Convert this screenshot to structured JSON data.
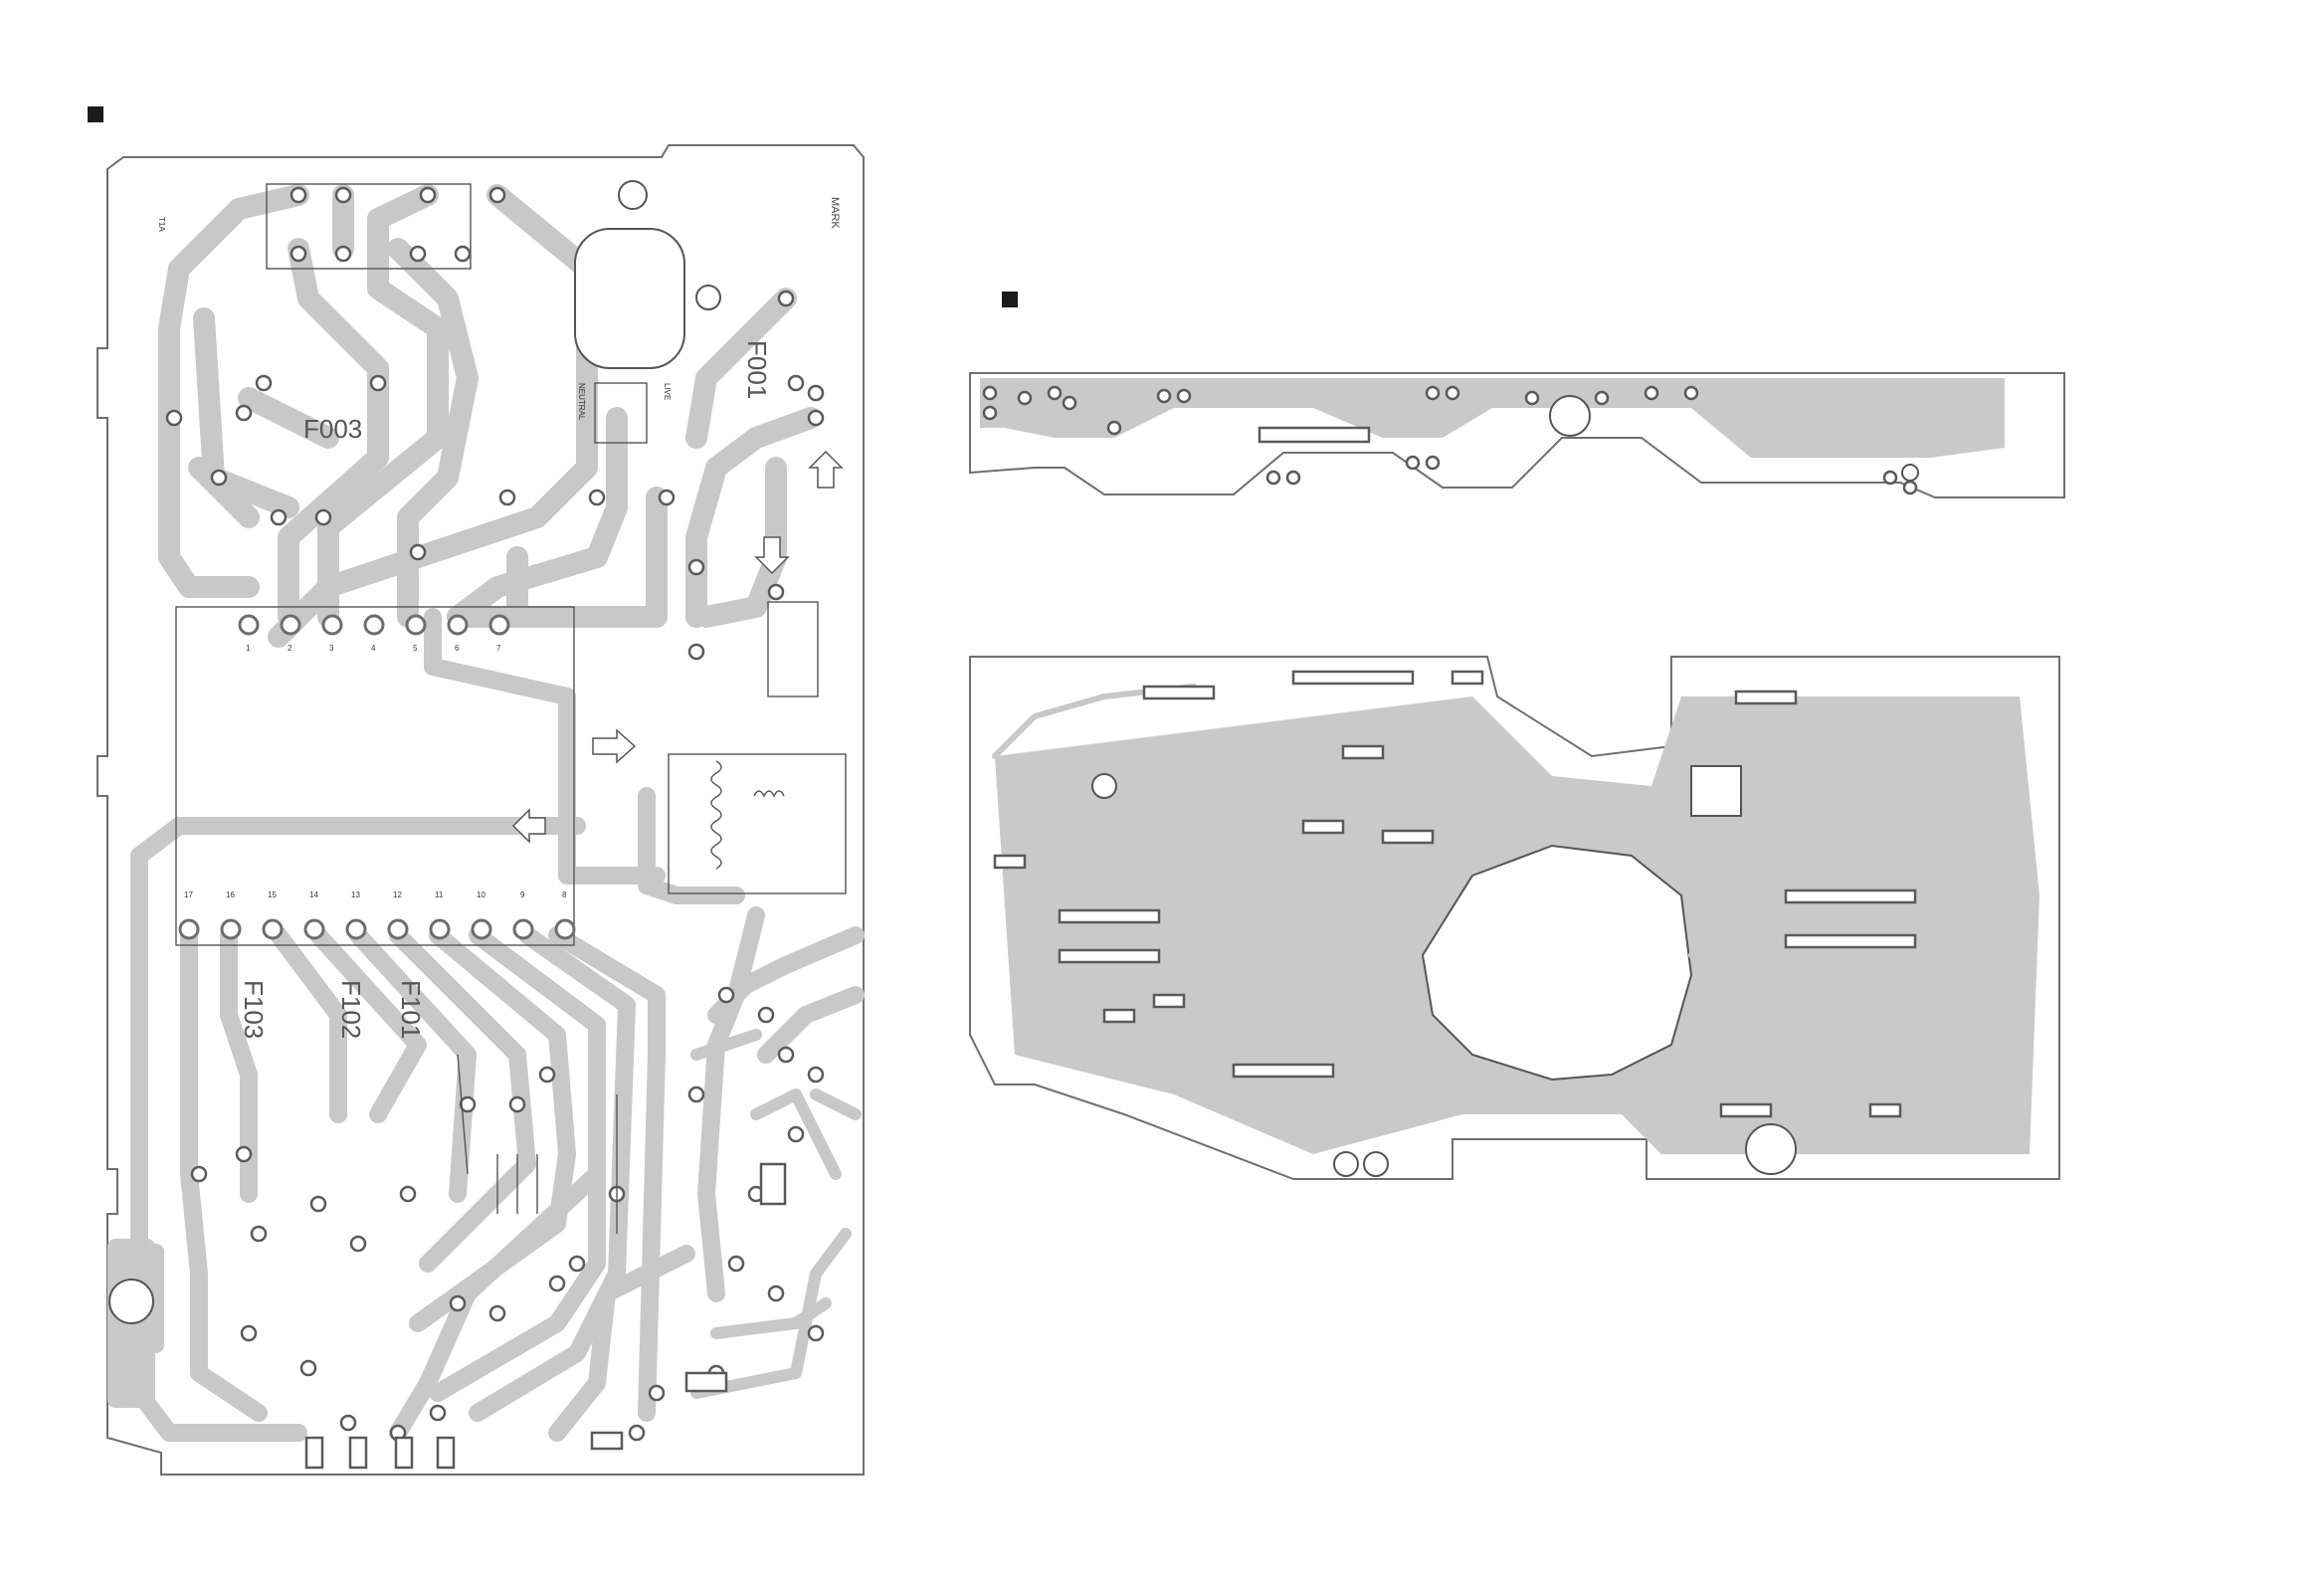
{
  "left_board": {
    "fuse_labels": [
      "F003",
      "F001",
      "F103",
      "F102",
      "F101"
    ],
    "top_pin_numbers": [
      "1",
      "2",
      "3",
      "4",
      "5",
      "6",
      "7"
    ],
    "bottom_pin_numbers": [
      "17",
      "16",
      "15",
      "14",
      "13",
      "12",
      "11",
      "10",
      "9",
      "8"
    ],
    "corner_mark": "T1A",
    "silk_neutral": "NEUTRAL",
    "silk_live": "LIVE",
    "logo_text": "MARK"
  },
  "right_boards": {
    "board_count": 2
  },
  "colors": {
    "copper": "#c9c9c9",
    "outline": "#6f6f6f",
    "marker": "#1b1b1b"
  }
}
